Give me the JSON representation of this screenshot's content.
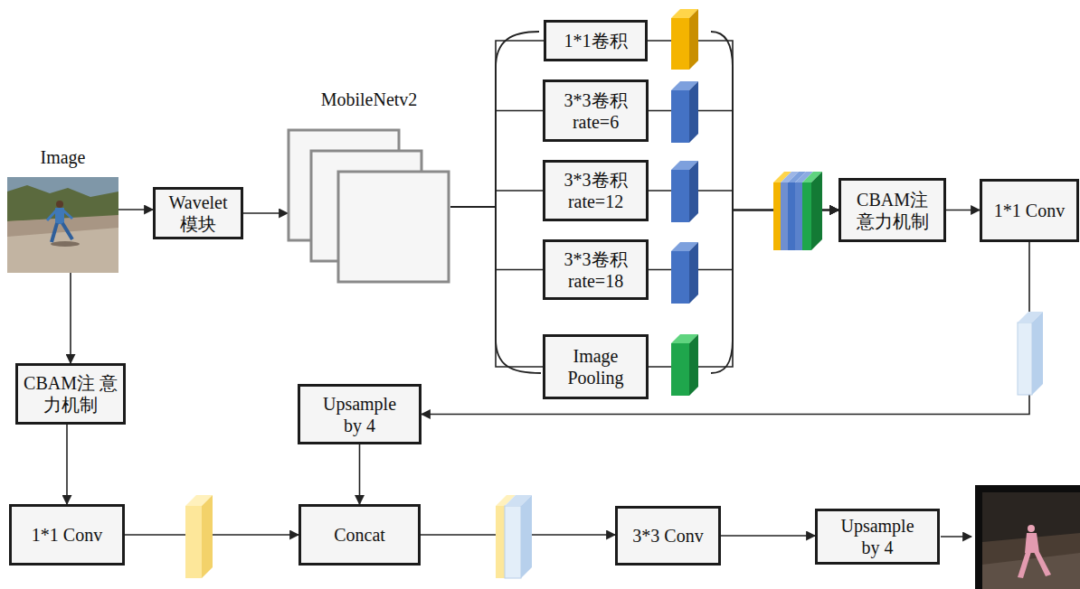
{
  "diagram": {
    "nodes": [
      {
        "text": [
          "Image"
        ]
      },
      {
        "text": [
          "Wavelet 模块"
        ]
      },
      {
        "text": [
          "MobileNetv2"
        ]
      },
      {
        "text": [
          "1*1卷积"
        ]
      },
      {
        "text": [
          "3*3卷积 rate=6"
        ]
      },
      {
        "text": [
          "3*3卷积 rate=12"
        ]
      },
      {
        "text": [
          "3*3卷积 rate=18"
        ]
      },
      {
        "text": [
          "Image Pooling"
        ]
      },
      {
        "text": [
          "CBAM注 意力机制"
        ]
      },
      {
        "text": [
          "1*1 Conv"
        ]
      },
      {
        "text": [
          "CBAM注 意力机制"
        ]
      },
      {
        "text": [
          "Upsample by 4"
        ]
      },
      {
        "text": [
          "1*1 Conv"
        ]
      },
      {
        "text": [
          "Concat"
        ]
      },
      {
        "text": [
          "3*3 Conv"
        ]
      },
      {
        "text": [
          "Upsample by 4"
        ]
      }
    ],
    "edges": [
      {
        "from": 0,
        "to": 1,
        "arrow": "to"
      },
      {
        "from": 1,
        "to": 2,
        "arrow": "to"
      },
      {
        "from": 2,
        "to": 3,
        "arrow": "none"
      },
      {
        "from": 2,
        "to": 4,
        "arrow": "none"
      },
      {
        "from": 2,
        "to": 5,
        "arrow": "none"
      },
      {
        "from": 2,
        "to": 6,
        "arrow": "none"
      },
      {
        "from": 2,
        "to": 7,
        "arrow": "none"
      },
      {
        "from": 3,
        "to": 8,
        "arrow": "to"
      },
      {
        "from": 4,
        "to": 8,
        "arrow": "to"
      },
      {
        "from": 5,
        "to": 8,
        "arrow": "to"
      },
      {
        "from": 6,
        "to": 8,
        "arrow": "to"
      },
      {
        "from": 7,
        "to": 8,
        "arrow": "to"
      },
      {
        "from": 8,
        "to": 9,
        "arrow": "to"
      },
      {
        "from": 9,
        "to": 11,
        "arrow": "to"
      },
      {
        "from": 0,
        "to": 10,
        "arrow": "to"
      },
      {
        "from": 10,
        "to": 12,
        "arrow": "to"
      },
      {
        "from": 11,
        "to": 13,
        "arrow": "to"
      },
      {
        "from": 12,
        "to": 13,
        "arrow": "to"
      },
      {
        "from": 13,
        "to": 14,
        "arrow": "to"
      },
      {
        "from": 14,
        "to": 15,
        "arrow": "to"
      }
    ]
  }
}
